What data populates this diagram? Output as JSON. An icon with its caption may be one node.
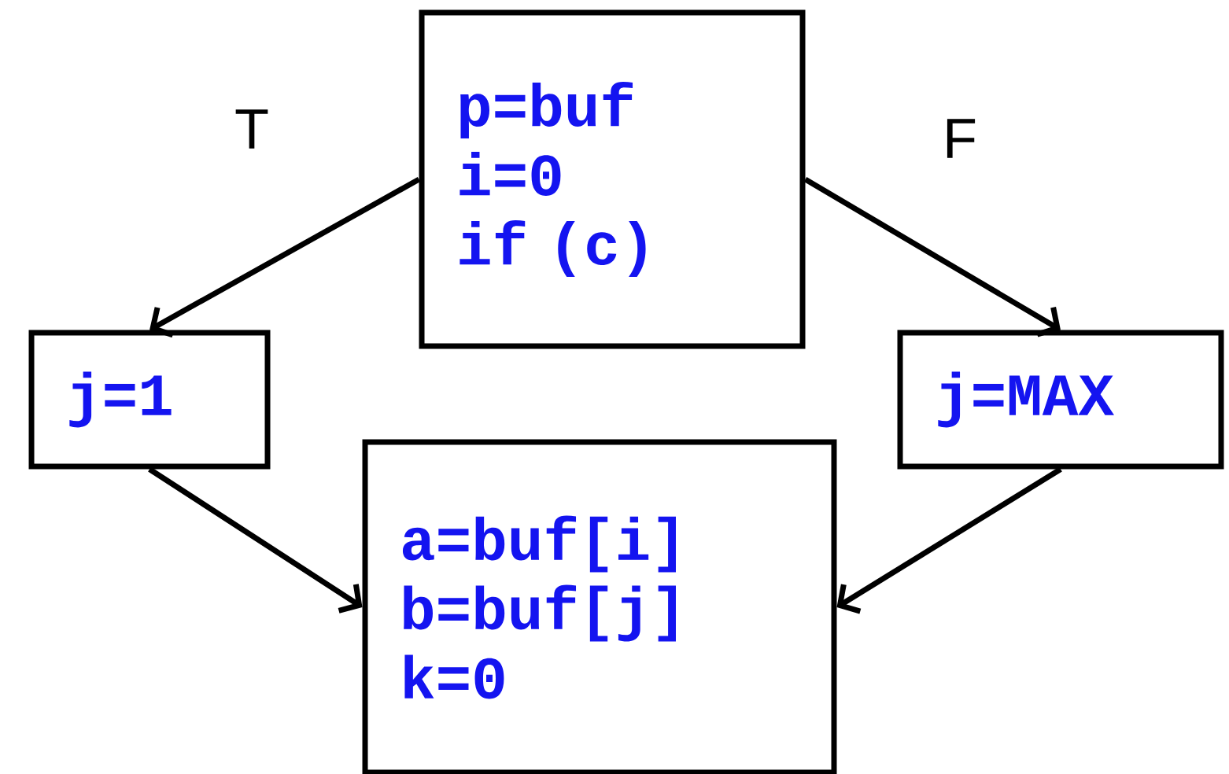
{
  "diagram": {
    "nodes": [
      {
        "text": [
          "p=buf",
          "i=0",
          "if (c)"
        ]
      },
      {
        "text": [
          "j=1"
        ]
      },
      {
        "text": [
          "j=MAX"
        ]
      },
      {
        "text": [
          "a=buf[i]",
          "b=buf[j]",
          "k=0"
        ]
      }
    ],
    "edges": [
      {
        "from": 0,
        "to": 1,
        "arrow": "to",
        "label": "T"
      },
      {
        "from": 0,
        "to": 2,
        "arrow": "to",
        "label": "F"
      },
      {
        "from": 1,
        "to": 3,
        "arrow": "to"
      },
      {
        "from": 2,
        "to": 3,
        "arrow": "to"
      }
    ]
  }
}
